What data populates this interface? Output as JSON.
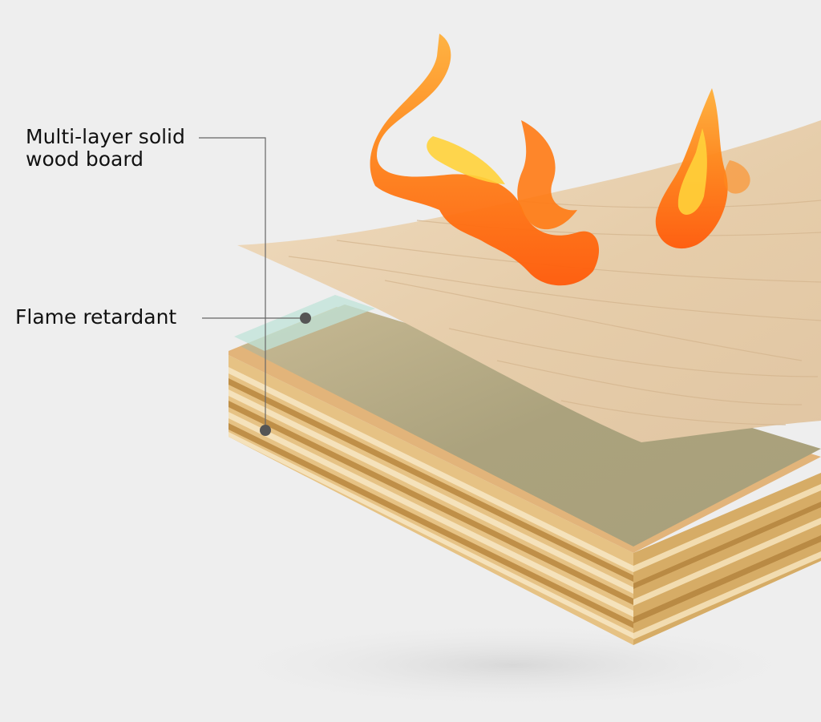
{
  "labels": {
    "board": {
      "line1": "Multi-layer solid",
      "line2": "wood board"
    },
    "flame_retardant": "Flame retardant"
  },
  "icons": [
    "fire-icon"
  ],
  "colors": {
    "background": "#eeeeee",
    "veneer": "#e7cfb0",
    "flame_retardant_layer": "#aea681",
    "plywood_light": "#e8c98f",
    "plywood_dark": "#c5964e",
    "flame_outer": "#ff6a0e",
    "flame_inner": "#ffd23a",
    "leader_line": "#666666"
  }
}
